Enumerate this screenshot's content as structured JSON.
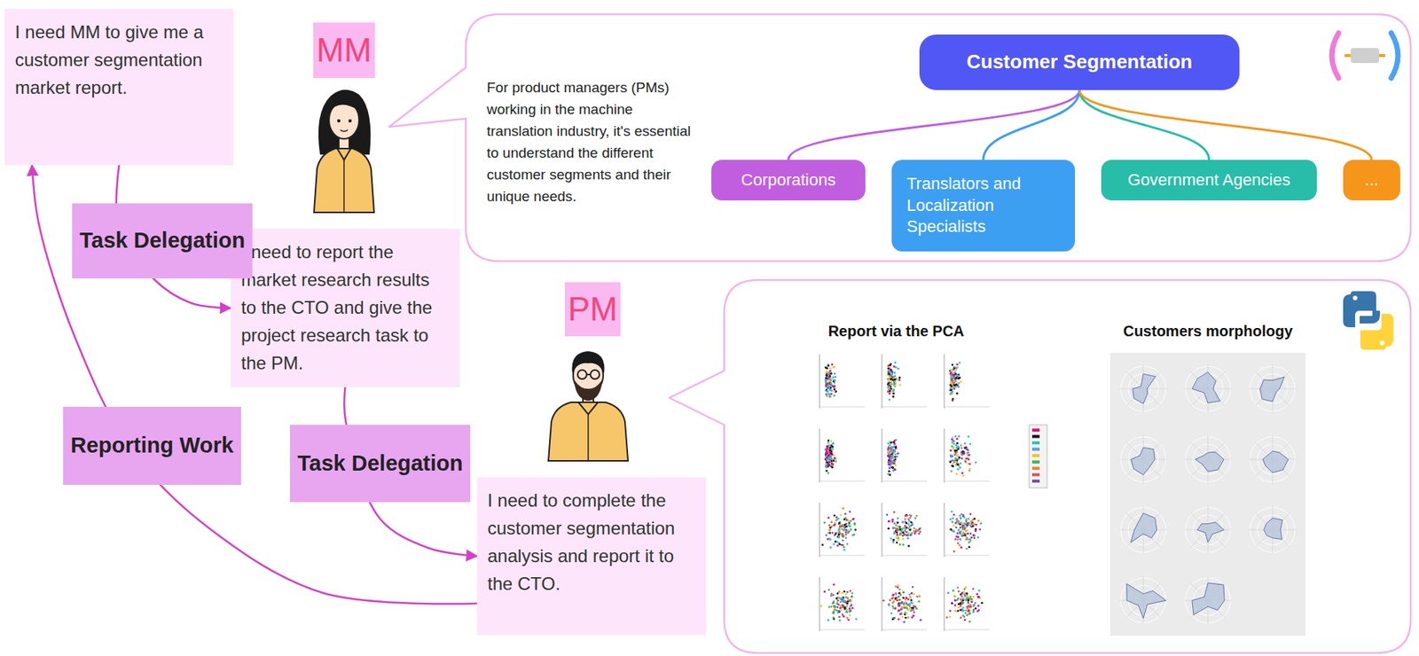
{
  "diagram": {
    "nodes": [
      {
        "text": [
          "I need MM to give me a customer segmentation market report."
        ]
      },
      {
        "text": [
          "MM"
        ]
      },
      {
        "text": [
          "For product managers (PMs) working in the machine translation industry, it's essential to understand the different customer segments and their unique needs."
        ]
      },
      {
        "text": [
          "Customer Segmentation"
        ],
        "in": 2
      },
      {
        "text": [
          "Corporations"
        ],
        "in": 2
      },
      {
        "text": [
          "Translators and Localization Specialists"
        ],
        "in": 2
      },
      {
        "text": [
          "Government Agencies"
        ],
        "in": 2
      },
      {
        "text": [
          "..."
        ],
        "in": 2
      },
      {
        "text": [
          "I need to report the market research results to the CTO and give the project research task to the PM."
        ]
      },
      {
        "text": [
          "PM"
        ]
      },
      {
        "text": [
          "Report via the PCA",
          "Customers morphology"
        ]
      },
      {
        "text": [
          "I need to complete the customer segmentation analysis and report it to the CTO."
        ]
      }
    ],
    "edges": [
      {
        "from": 0,
        "to": 8,
        "label": "Task Delegation",
        "arrow": "to"
      },
      {
        "from": 8,
        "to": 11,
        "label": "Task Delegation",
        "arrow": "to"
      },
      {
        "from": 11,
        "to": 0,
        "label": "Reporting Work",
        "arrow": "to"
      },
      {
        "from": 3,
        "to": 4,
        "arrow": "none"
      },
      {
        "from": 3,
        "to": 5,
        "arrow": "none"
      },
      {
        "from": 3,
        "to": 6,
        "arrow": "none"
      },
      {
        "from": 3,
        "to": 7,
        "arrow": "none"
      }
    ]
  }
}
